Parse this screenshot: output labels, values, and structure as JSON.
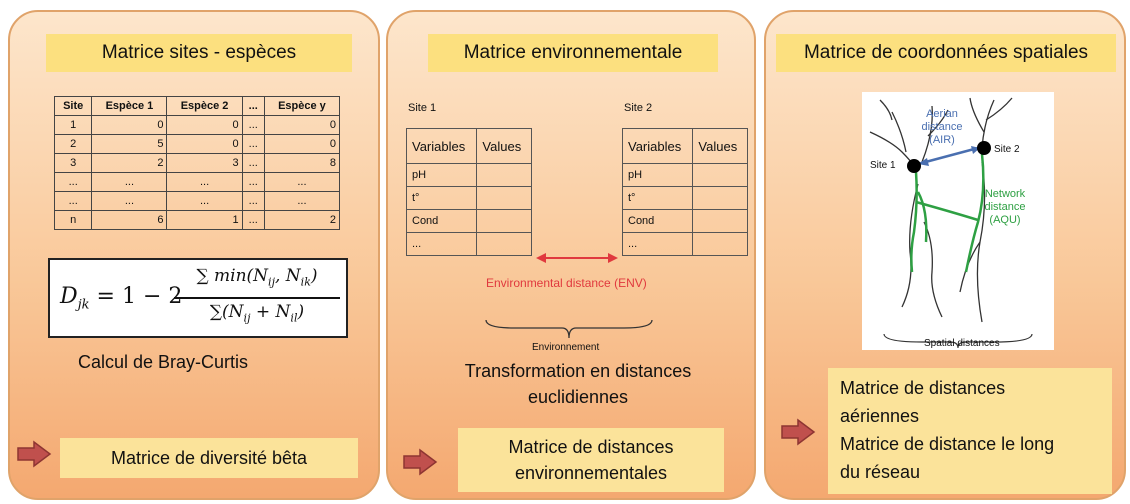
{
  "panel1": {
    "title": "Matrice sites - espèces",
    "table_headers": [
      "Site",
      "Espèce 1",
      "Espèce 2",
      "...",
      "Espèce y"
    ],
    "table_rows": [
      [
        "1",
        "0",
        "0",
        "...",
        "0"
      ],
      [
        "2",
        "5",
        "0",
        "...",
        "0"
      ],
      [
        "3",
        "2",
        "3",
        "...",
        "8"
      ],
      [
        "...",
        "...",
        "...",
        "...",
        "..."
      ],
      [
        "...",
        "...",
        "...",
        "...",
        "..."
      ],
      [
        "n",
        "6",
        "1",
        "...",
        "2"
      ]
    ],
    "formula_lhs": "D",
    "formula_sub": "jk",
    "formula_eq": " = 1 − 2",
    "formula_num": "∑ min(N",
    "formula_num_sub1": "ij",
    "formula_num_mid": ", N",
    "formula_num_sub2": "ik",
    "formula_num_end": ")",
    "formula_den": "∑(N",
    "formula_den_sub1": "ij",
    "formula_den_mid": " + N",
    "formula_den_sub2": "il",
    "formula_den_end": ")",
    "method": "Calcul de Bray-Curtis",
    "output": "Matrice de diversité bêta"
  },
  "panel2": {
    "title": "Matrice environnementale",
    "site1_label": "Site 1",
    "site2_label": "Site 2",
    "col_variables": "Variables",
    "col_values": "Values",
    "rows": [
      "pH",
      "t°",
      "Cond",
      "..."
    ],
    "distance_label": "Environmental distance (ENV)",
    "brace_label": "Environnement",
    "transformation": "Transformation en distances euclidiennes",
    "output_line1": "Matrice de distances",
    "output_line2": "environnementales"
  },
  "panel3": {
    "title": "Matrice de coordonnées spatiales",
    "aerian_label1": "Aerian",
    "aerian_label2": "distance",
    "aerian_label3": "(AIR)",
    "site1": "Site 1",
    "site2": "Site 2",
    "network_label1": "Network",
    "network_label2": "distance",
    "network_label3": "(AQU)",
    "spatial_label": "Spatial distances",
    "output_line1": "Matrice de distances",
    "output_line2": "aériennes",
    "output_line3": "Matrice de distance le long",
    "output_line4": "du réseau"
  },
  "colors": {
    "title_bg": "#fce07f",
    "arrow_fill": "#c0504d",
    "distance_red": "#e0393e",
    "network_green": "#2ea043",
    "aerian_blue": "#4a6fb0"
  }
}
